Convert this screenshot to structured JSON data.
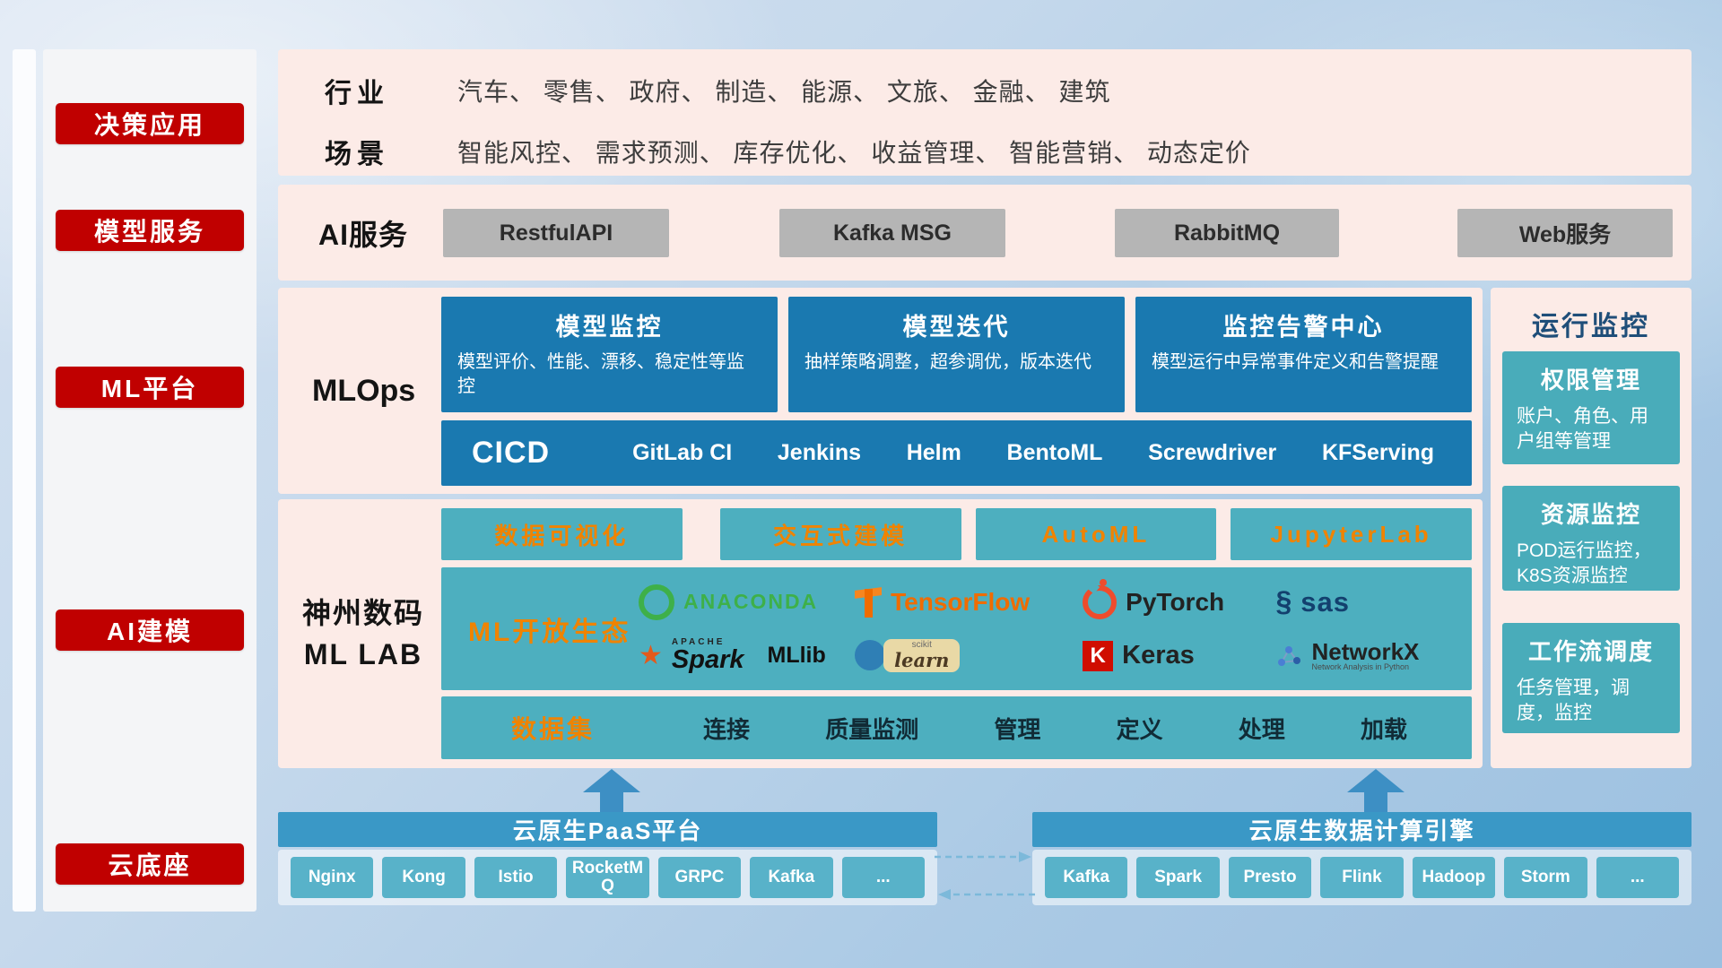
{
  "colors": {
    "red_accent": "#c00000",
    "pink_panel": "#fcebe7",
    "blue_card": "#1a79b0",
    "teal_block": "#4dafbf",
    "orange_text": "#f08300",
    "gray_button": "#b5b5b5",
    "bar_blue": "#3a98c6",
    "chip_teal": "#58b2c9",
    "navy_title": "#1f4e79"
  },
  "sidebar": {
    "items": [
      {
        "label": "决策应用"
      },
      {
        "label": "模型服务"
      },
      {
        "label": "ML平台"
      },
      {
        "label": "AI建模"
      },
      {
        "label": "云底座"
      }
    ]
  },
  "industry": {
    "rows": [
      {
        "label": "行业",
        "text": "汽车、 零售、 政府、 制造、 能源、 文旅、 金融、 建筑"
      },
      {
        "label": "场景",
        "text": "智能风控、 需求预测、 库存优化、 收益管理、 智能营销、 动态定价"
      }
    ]
  },
  "ai_service": {
    "label": "AI服务",
    "buttons": [
      {
        "label": "RestfulAPI"
      },
      {
        "label": "Kafka MSG"
      },
      {
        "label": "RabbitMQ"
      },
      {
        "label": "Web服务"
      }
    ]
  },
  "mlops": {
    "label": "MLOps",
    "cards": [
      {
        "title": "模型监控",
        "desc": "模型评价、性能、漂移、稳定性等监控"
      },
      {
        "title": "模型迭代",
        "desc": "抽样策略调整，超参调优，版本迭代"
      },
      {
        "title": "监控告警中心",
        "desc": "模型运行中异常事件定义和告警提醒"
      }
    ],
    "cicd_label": "CICD",
    "cicd_items": [
      {
        "label": "GitLab CI"
      },
      {
        "label": "Jenkins"
      },
      {
        "label": "Helm"
      },
      {
        "label": "BentoML"
      },
      {
        "label": "Screwdriver"
      },
      {
        "label": "KFServing"
      }
    ]
  },
  "mllab": {
    "label_line1": "神州数码",
    "label_line2": "ML LAB",
    "tools": [
      {
        "label": "数据可视化"
      },
      {
        "label": "交互式建模"
      },
      {
        "label": "AutoML"
      },
      {
        "label": "JupyterLab"
      }
    ],
    "ecosystem_label": "ML开放生态",
    "logos": {
      "anaconda": {
        "text": "ANACONDA"
      },
      "tensorflow": {
        "text": "TensorFlow"
      },
      "pytorch": {
        "text": "PyTorch"
      },
      "sas": {
        "swirl": "§",
        "text": "sas"
      },
      "spark": {
        "star": "★",
        "small": "APACHE",
        "text": "Spark",
        "suffix": "MLlib"
      },
      "sklearn": {
        "small": "scikit",
        "text": "learn"
      },
      "keras": {
        "k": "K",
        "text": "Keras"
      },
      "networkx": {
        "text": "NetworkX",
        "small": "Network Analysis in Python"
      }
    },
    "dataset_label": "数据集",
    "dataset_items": [
      {
        "label": "连接"
      },
      {
        "label": "质量监测"
      },
      {
        "label": "管理"
      },
      {
        "label": "定义"
      },
      {
        "label": "处理"
      },
      {
        "label": "加载"
      }
    ]
  },
  "monitor": {
    "title": "运行监控",
    "cards": [
      {
        "title": "权限管理",
        "desc": "账户、角色、用户组等管理"
      },
      {
        "title": "资源监控",
        "desc": "POD运行监控，K8S资源监控"
      },
      {
        "title": "工作流调度",
        "desc": "任务管理，调度，监控"
      }
    ]
  },
  "foundation": {
    "paas": {
      "title": "云原生PaaS平台",
      "items": [
        {
          "label": "Nginx"
        },
        {
          "label": "Kong"
        },
        {
          "label": "Istio"
        },
        {
          "label": "RocketMQ"
        },
        {
          "label": "GRPC"
        },
        {
          "label": "Kafka"
        },
        {
          "label": "..."
        }
      ]
    },
    "engine": {
      "title": "云原生数据计算引擎",
      "items": [
        {
          "label": "Kafka"
        },
        {
          "label": "Spark"
        },
        {
          "label": "Presto"
        },
        {
          "label": "Flink"
        },
        {
          "label": "Hadoop"
        },
        {
          "label": "Storm"
        },
        {
          "label": "..."
        }
      ]
    }
  }
}
